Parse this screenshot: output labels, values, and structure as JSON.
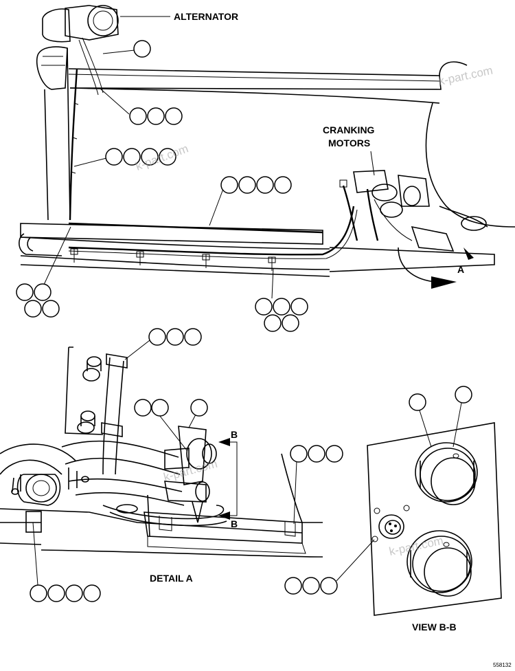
{
  "labels": {
    "alternator": "ALTERNATOR",
    "cranking_line1": "CRANKING",
    "cranking_line2": "MOTORS",
    "section_a": "A",
    "detail_a": "DETAIL A",
    "view_bb": "VIEW B-B",
    "section_b_top": "B",
    "section_b_bottom": "B",
    "drawing_number": "558132"
  },
  "watermarks": [
    "k-part.com",
    "k-part.com",
    "k-part.com",
    "k-part.com"
  ],
  "callout_groups": [
    {
      "id": "alternator-single",
      "count": 1
    },
    {
      "id": "alternator-wire",
      "count": 3
    },
    {
      "id": "frame-harness",
      "count": 4
    },
    {
      "id": "upper-rail",
      "count": 4
    },
    {
      "id": "left-frame",
      "count": 4
    },
    {
      "id": "lower-rail",
      "count": 5
    },
    {
      "id": "detail-clips",
      "count": 3
    },
    {
      "id": "detail-connector-left",
      "count": 2
    },
    {
      "id": "detail-connector-right",
      "count": 1
    },
    {
      "id": "detail-right-clip",
      "count": 3
    },
    {
      "id": "detail-motor",
      "count": 4
    },
    {
      "id": "view-upper",
      "count": 2
    },
    {
      "id": "view-connector",
      "count": 3
    }
  ]
}
